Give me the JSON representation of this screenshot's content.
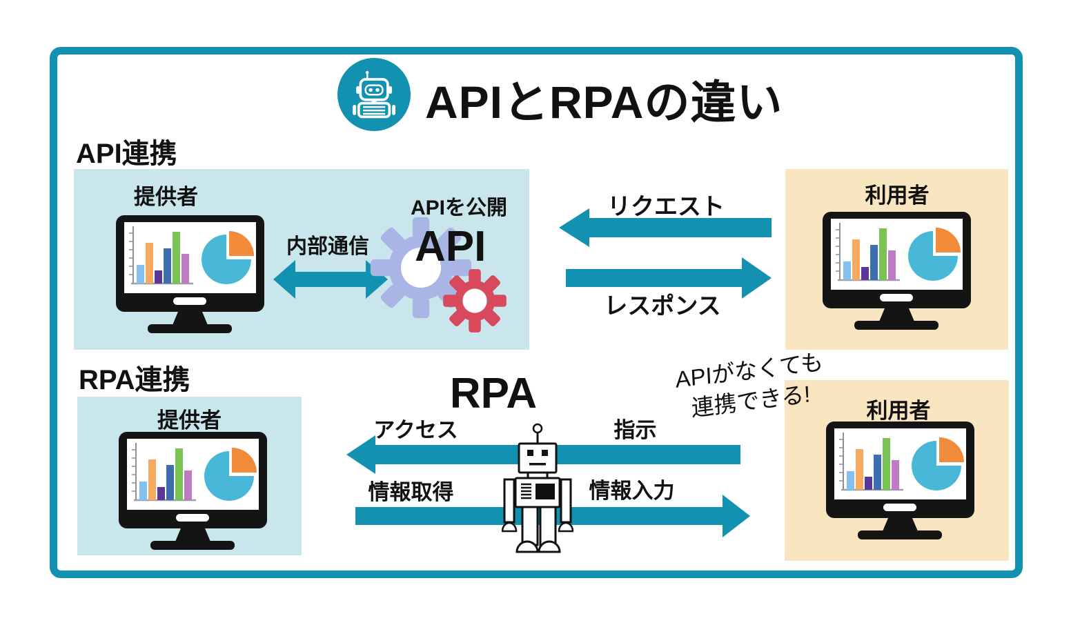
{
  "colors": {
    "accent": "#1391B1",
    "provider_box_bg": "#C8E6EC",
    "user_box_bg": "#FAE5C1",
    "gear_large": "#A9B5E5",
    "gear_small": "#D8495E",
    "text": "#111111"
  },
  "title": {
    "text": "APIとRPAの違い",
    "icon": "robot-icon"
  },
  "api": {
    "section_label": "API連携",
    "provider_label": "提供者",
    "internal_comm_label": "内部通信",
    "publish_label": "APIを公開",
    "gear_text": "API",
    "request_label": "リクエスト",
    "response_label": "レスポンス",
    "user_label": "利用者"
  },
  "rpa": {
    "section_label": "RPA連携",
    "provider_label": "提供者",
    "title": "RPA",
    "access_label": "アクセス",
    "instruction_label": "指示",
    "info_get_label": "情報取得",
    "info_input_label": "情報入力",
    "note_line1": "APIがなくても",
    "note_line2": "連携できる!",
    "user_label": "利用者"
  },
  "monitor_graphic": {
    "icon": "monitor-chart-icon",
    "bar_heights": [
      27,
      59,
      19,
      51,
      75,
      43
    ],
    "bar_colors": [
      "#85BFEF",
      "#F5AA5F",
      "#5C3795",
      "#3D6FB0",
      "#79C254",
      "#BE7AC4"
    ],
    "pie_main_color": "#49B8D8",
    "pie_slice_color": "#F08B3B"
  }
}
